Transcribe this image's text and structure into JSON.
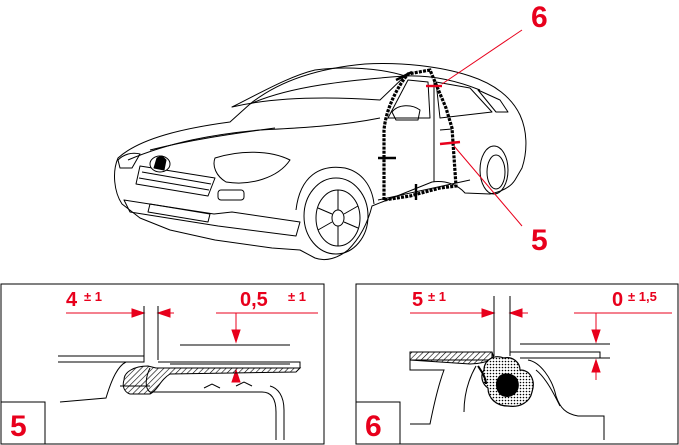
{
  "callouts": {
    "top_label": "6",
    "bottom_label": "5"
  },
  "panel_left": {
    "number": "5",
    "gap": {
      "value": "4",
      "tolerance": "± 1"
    },
    "flush": {
      "value": "0,5",
      "tolerance": "± 1"
    }
  },
  "panel_right": {
    "number": "6",
    "gap": {
      "value": "5",
      "tolerance": "± 1"
    },
    "flush": {
      "value": "0",
      "tolerance": "± 1,5"
    }
  },
  "colors": {
    "accent": "#e8001c",
    "line": "#000000",
    "background": "#ffffff"
  },
  "icons": {
    "car": "car-3-4-view-icon",
    "badge": "lion-emblem-icon"
  }
}
